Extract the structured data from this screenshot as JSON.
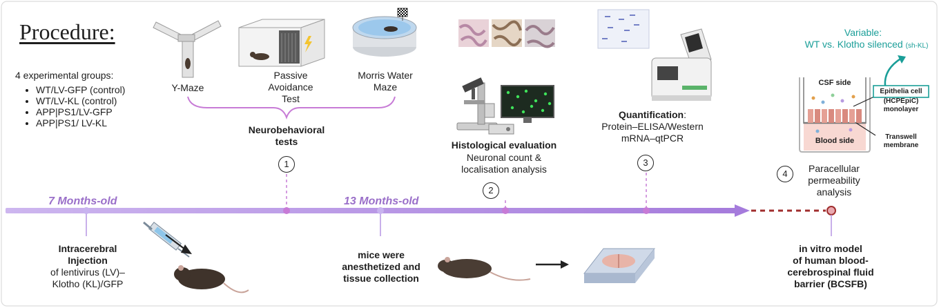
{
  "title": "Procedure:",
  "groups": {
    "heading": "4 experimental groups:",
    "items": [
      "WT/LV-GFP (control)",
      "WT/LV-KL (control)",
      "APP|PS1/LV-GFP",
      "APP|PS1/ LV-KL"
    ]
  },
  "tests": {
    "ymaze": "Y-Maze",
    "passive": [
      "Passive",
      "Avoidance",
      "Test"
    ],
    "morris": [
      "Morris Water",
      "Maze"
    ],
    "caption": [
      "Neurobehavioral",
      "tests"
    ]
  },
  "histology": {
    "title": "Histological evaluation",
    "lines": [
      "Neuronal count &",
      "localisation analysis"
    ]
  },
  "quantification": {
    "bold": "Quantification",
    "colon": ":",
    "lines": [
      "Protein–ELISA/Western",
      "mRNA–qtPCR"
    ]
  },
  "transwell": {
    "variable_label": "Variable:",
    "variable_value": "WT vs. Klotho silenced ",
    "variable_small": "(sh-KL)",
    "csf_side": "CSF side",
    "blood_side": "Blood side",
    "epithelia": "Epithelia cell",
    "epithelia_sub": [
      "(HCPEpiC)",
      "monolayer"
    ],
    "membrane": [
      "Transwell",
      "membrane"
    ]
  },
  "steps": [
    "1",
    "2",
    "3",
    "4"
  ],
  "paracellular": [
    "Paracellular",
    "permeability",
    "analysis"
  ],
  "ages": {
    "first": "7 Months-old",
    "second": "13 Months-old"
  },
  "injection": {
    "bold": [
      "Intracerebral",
      "Injection"
    ],
    "lines": [
      "of lentivirus (LV)–",
      "Klotho (KL)/GFP"
    ]
  },
  "collection": [
    "mice were",
    "anesthetized and",
    "tissue collection"
  ],
  "invitro": [
    "in vitro model",
    "of human blood-",
    "cerebrospinal fluid",
    "barrier (BCSFB)"
  ],
  "colors": {
    "timeline": "#b694e3",
    "timeline_dark": "#a57bdc",
    "dashed_red": "#a02d2d",
    "teal": "#1a9e98",
    "lilac": "#c77bd6"
  },
  "icons": [
    "y-maze-icon",
    "passive-avoidance-box-icon",
    "morris-water-maze-icon",
    "tissue-slices-icon",
    "microscope-icon",
    "monitor-icon",
    "western-blot-icon",
    "pcr-machine-icon",
    "transwell-icon",
    "syringe-icon",
    "mouse-icon",
    "tissue-slide-icon"
  ]
}
